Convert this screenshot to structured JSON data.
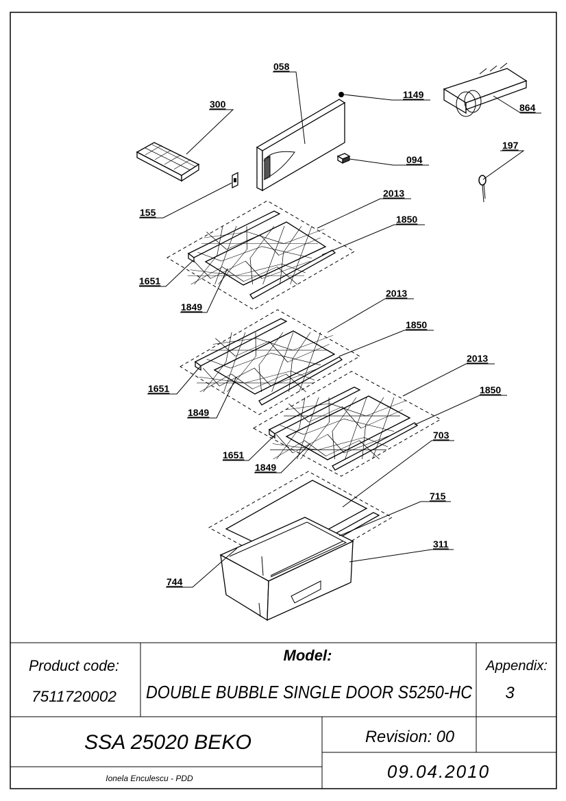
{
  "parts": {
    "p058": "058",
    "p1149": "1149",
    "p864": "864",
    "p300": "300",
    "p197": "197",
    "p094": "094",
    "p155": "155",
    "p2013_a": "2013",
    "p1850_a": "1850",
    "p1651_a": "1651",
    "p1849_a": "1849",
    "p2013_b": "2013",
    "p1850_b": "1850",
    "p1651_b": "1651",
    "p1849_b": "1849",
    "p2013_c": "2013",
    "p1850_c": "1850",
    "p1651_c": "1651",
    "p1849_c": "1849",
    "p703": "703",
    "p715": "715",
    "p311": "311",
    "p744": "744"
  },
  "title_block": {
    "product_code_label": "Product code:",
    "product_code_value": "7511720002",
    "model_label": "Model:",
    "model_value": "DOUBLE BUBBLE SINGLE DOOR S5250-HC",
    "appendix_label": "Appendix:",
    "appendix_value": "3",
    "doc_name": "SSA 25020 BEKO",
    "revision": "Revision: 00",
    "author": "Ionela Enculescu - PDD",
    "date": "09.04.2010"
  }
}
